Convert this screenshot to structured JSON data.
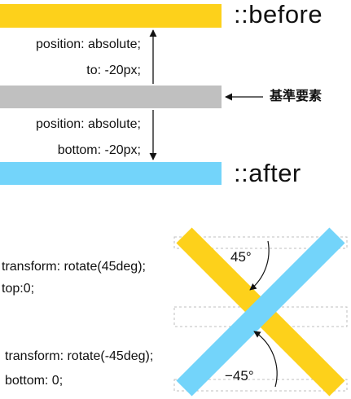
{
  "top": {
    "before_label": "::before",
    "after_label": "::after",
    "upper_line1": "position: absolute;",
    "upper_line2": "to: -20px;",
    "lower_line1": "position: absolute;",
    "lower_line2": "bottom: -20px;",
    "base_label": "基準要素"
  },
  "bottom": {
    "rotate45_line1": "transform: rotate(45deg);",
    "rotate45_line2": "top:0;",
    "rotate_neg45_line1": "transform: rotate(-45deg);",
    "rotate_neg45_line2": "bottom: 0;",
    "angle_pos": "45°",
    "angle_neg": "−45°"
  },
  "colors": {
    "yellow": "#FDD11B",
    "blue": "#73D4FA",
    "gray": "#C0C0C0",
    "dashed": "#bfbfbf",
    "ink": "#111111"
  }
}
